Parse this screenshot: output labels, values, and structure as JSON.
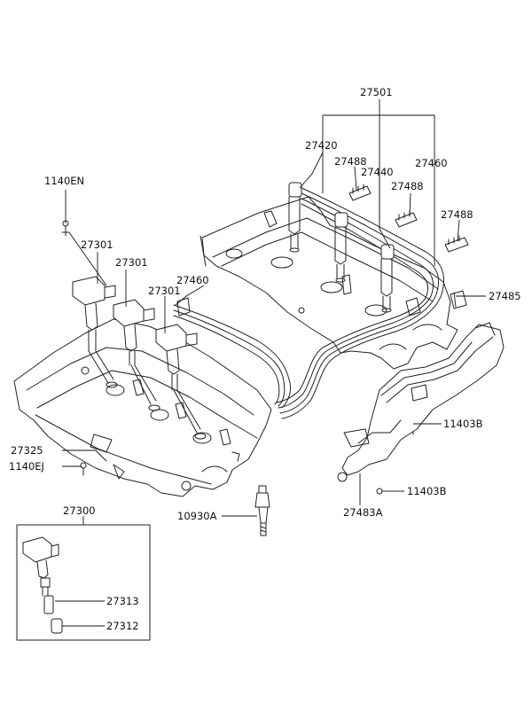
{
  "labels": {
    "l27501": "27501",
    "l27420": "27420",
    "l27488a": "27488",
    "l27440": "27440",
    "l27460a": "27460",
    "l27488b": "27488",
    "l27488c": "27488",
    "l27485": "27485",
    "l1140EN": "1140EN",
    "l27301a": "27301",
    "l27301b": "27301",
    "l27301c": "27301",
    "l27460b": "27460",
    "l11403Ba": "11403B",
    "l11403Bb": "11403B",
    "l27483A": "27483A",
    "l27325": "27325",
    "l1140EJ": "1140EJ",
    "l10930A": "10930A",
    "l27300": "27300",
    "l27313": "27313",
    "l27312": "27312"
  }
}
